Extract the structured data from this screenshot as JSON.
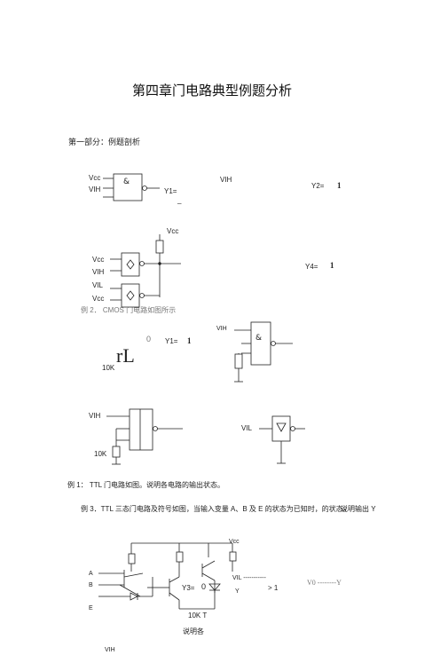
{
  "title": "第四章门电路典型例题分析",
  "part_one": "第一部分：例题剖析",
  "vcc": "Vcc",
  "vih": "VIH",
  "vil": "VIL",
  "and_symbol": "&",
  "y1_eq": "Y1=",
  "underscore": "_",
  "y2_eq": "Y2=",
  "y2_val": "1",
  "y4_eq": "Y4=",
  "y4_val": "1",
  "example2": "例 2． CMOS 门电路如图所示",
  "zero": "0",
  "y1b_eq": "Y1=",
  "y1b_val": "1",
  "rl": "rL",
  "r10k": "10K",
  "example1": "例 1： TTL 门电路如图。说明各电路的输出状态。",
  "example3": "例 3．TTL 三态门电路及符号如图，当输入变量 A、B 及 E 的状态为已知时，的状态。",
  "example3_tail": "说明输出 Y",
  "label_a": "A",
  "label_b": "B",
  "label_e": "E",
  "y3_eq": "Y3=",
  "y3_val": "0",
  "vil_dashes": "VIL -----------",
  "label_y": "Y",
  "gt1": "> 1",
  "vo_y": "V0 --------Y",
  "r10k_t": "10K T",
  "explain": "说明各",
  "vih_bottom": "VIH"
}
